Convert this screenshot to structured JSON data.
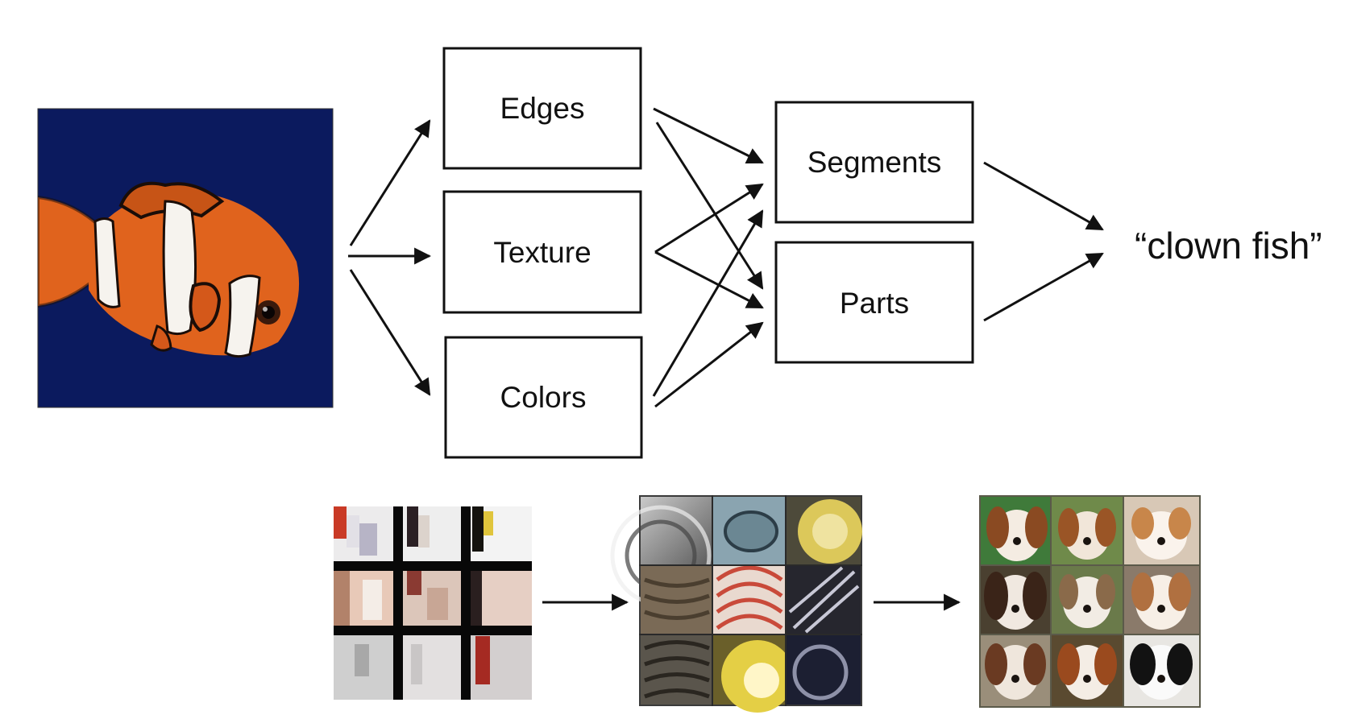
{
  "flow": {
    "input_image": "clownfish photo on dark blue background",
    "stage1": [
      "Edges",
      "Texture",
      "Colors"
    ],
    "stage2": [
      "Segments",
      "Parts"
    ],
    "output": "“clown fish”"
  },
  "features": {
    "panels": [
      "low-level edge and color filters",
      "mid-level texture patches",
      "high-level dog face patches"
    ]
  },
  "colors": {
    "ink": "#111111",
    "ocean": "#0b1a5e",
    "fish_orange": "#e0631d",
    "fish_white": "#f6f3ee"
  },
  "caption": ""
}
